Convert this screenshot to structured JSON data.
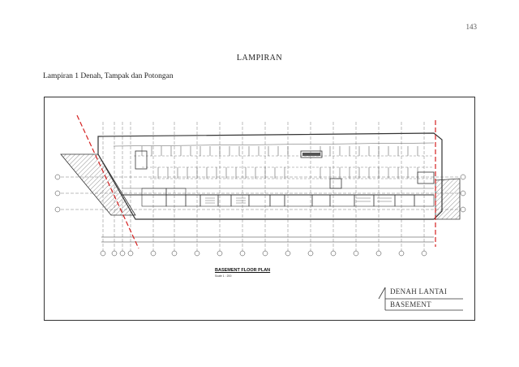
{
  "page": {
    "number": "143",
    "heading": "LAMPIRAN",
    "subheading": "Lampiran 1 Denah, Tampak dan Potongan"
  },
  "drawing": {
    "plan_title": "BASEMENT FLOOR PLAN",
    "plan_scale": "Scale 1 : 200",
    "label_line1": "DENAH LANTAI",
    "label_line2": "BASEMENT"
  },
  "colors": {
    "line": "#333333",
    "hatch": "#777777",
    "cut_line": "#d42020"
  }
}
